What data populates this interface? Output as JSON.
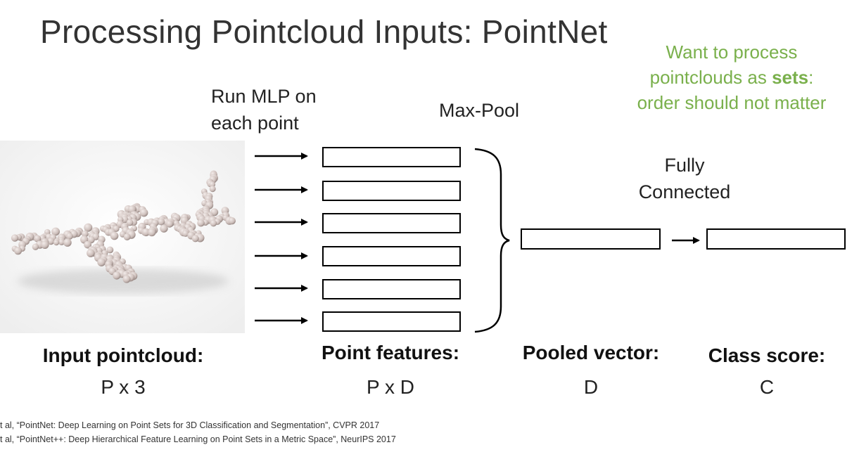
{
  "title": "Processing Pointcloud Inputs: PointNet",
  "note": {
    "line1": "Want to process",
    "line2_pre": "pointclouds as ",
    "line2_bold": "sets",
    "line2_post": ":",
    "line3": "order should not matter",
    "color": "#7ab04c"
  },
  "labels": {
    "mlp_line1": "Run MLP on",
    "mlp_line2": "each point",
    "maxpool": "Max-Pool",
    "fc_line1": "Fully",
    "fc_line2": "Connected"
  },
  "captions": [
    {
      "title": "Input pointcloud:",
      "dim": "P x 3"
    },
    {
      "title": "Point features:",
      "dim": "P x D"
    },
    {
      "title": "Pooled vector:",
      "dim": "D"
    },
    {
      "title": "Class score:",
      "dim": "C"
    }
  ],
  "references": [
    "t al, “PointNet: Deep Learning on Point Sets for 3D Classification and Segmentation”, CVPR 2017",
    "t al, “PointNet++: Deep Hierarchical Feature Learning on Point Sets in a Metric Space”, NeurIPS 2017"
  ],
  "image": {
    "subject": "airplane-pointcloud"
  }
}
